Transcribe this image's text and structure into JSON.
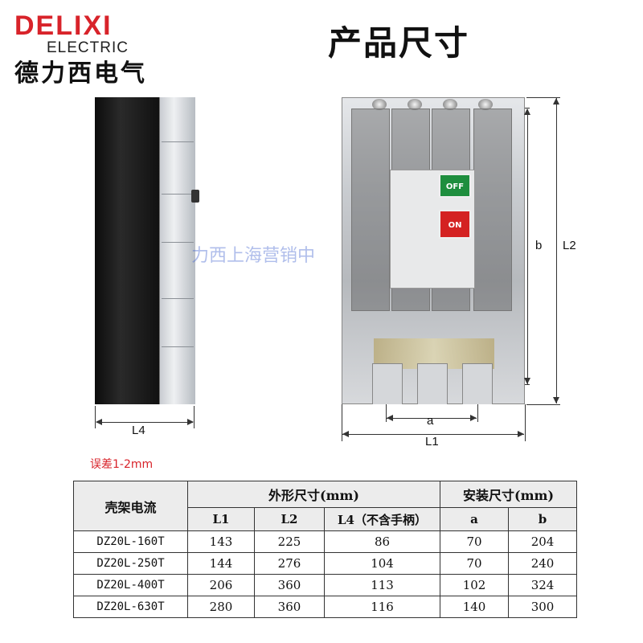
{
  "brand": {
    "wordmark": "DELIXI",
    "sub": "ELECTRIC",
    "chinese": "德力西电气",
    "color": "#d8232a"
  },
  "page_title": "产品尺寸",
  "product": {
    "switch_off_label": "OFF",
    "switch_on_label": "ON",
    "watermark": "力西上海营销中"
  },
  "dimensions": {
    "side_label": "L4",
    "width_label": "L1",
    "mount_width_label": "a",
    "mount_height_label": "b",
    "height_label": "L2"
  },
  "tolerance_note": "误差1-2mm",
  "table": {
    "col_model": "壳架电流",
    "group_outer": "外形尺寸(mm)",
    "group_mount": "安装尺寸(mm)",
    "sub_headers": [
      "L1",
      "L2",
      "L4（不含手柄）",
      "a",
      "b"
    ],
    "rows": [
      {
        "model": "DZ20L-160T",
        "L1": "143",
        "L2": "225",
        "L4": "86",
        "a": "70",
        "b": "204"
      },
      {
        "model": "DZ20L-250T",
        "L1": "144",
        "L2": "276",
        "L4": "104",
        "a": "70",
        "b": "240"
      },
      {
        "model": "DZ20L-400T",
        "L1": "206",
        "L2": "360",
        "L4": "113",
        "a": "102",
        "b": "324"
      },
      {
        "model": "DZ20L-630T",
        "L1": "280",
        "L2": "360",
        "L4": "116",
        "a": "140",
        "b": "300"
      }
    ]
  }
}
